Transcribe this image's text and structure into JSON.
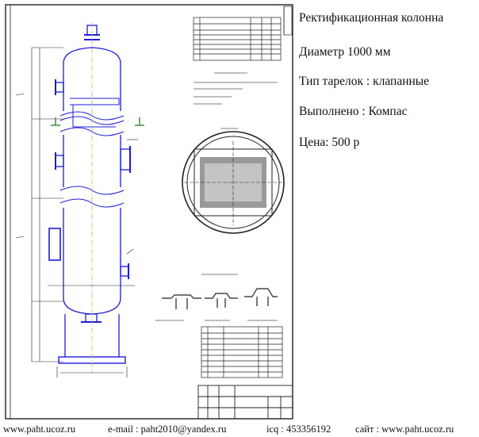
{
  "info": {
    "title": "Ректификационная колонна",
    "diameter": "Диаметр 1000 мм",
    "tray_type": "Тип тарелок : клапанные",
    "done_in": "Выполнено : Компас",
    "price": "Цена: 500 р"
  },
  "footer": {
    "site_left": "www.paht.ucoz.ru",
    "email": "e-mail : paht2010@yandex.ru",
    "icq": "icq : 453356192",
    "site_right": "сайт : www.paht.ucoz.ru"
  },
  "colors": {
    "drawing_blue": "#1c1cd8",
    "line_black": "#222222",
    "marker_green": "#2a8a2a",
    "axis_line": "#c8b060"
  }
}
